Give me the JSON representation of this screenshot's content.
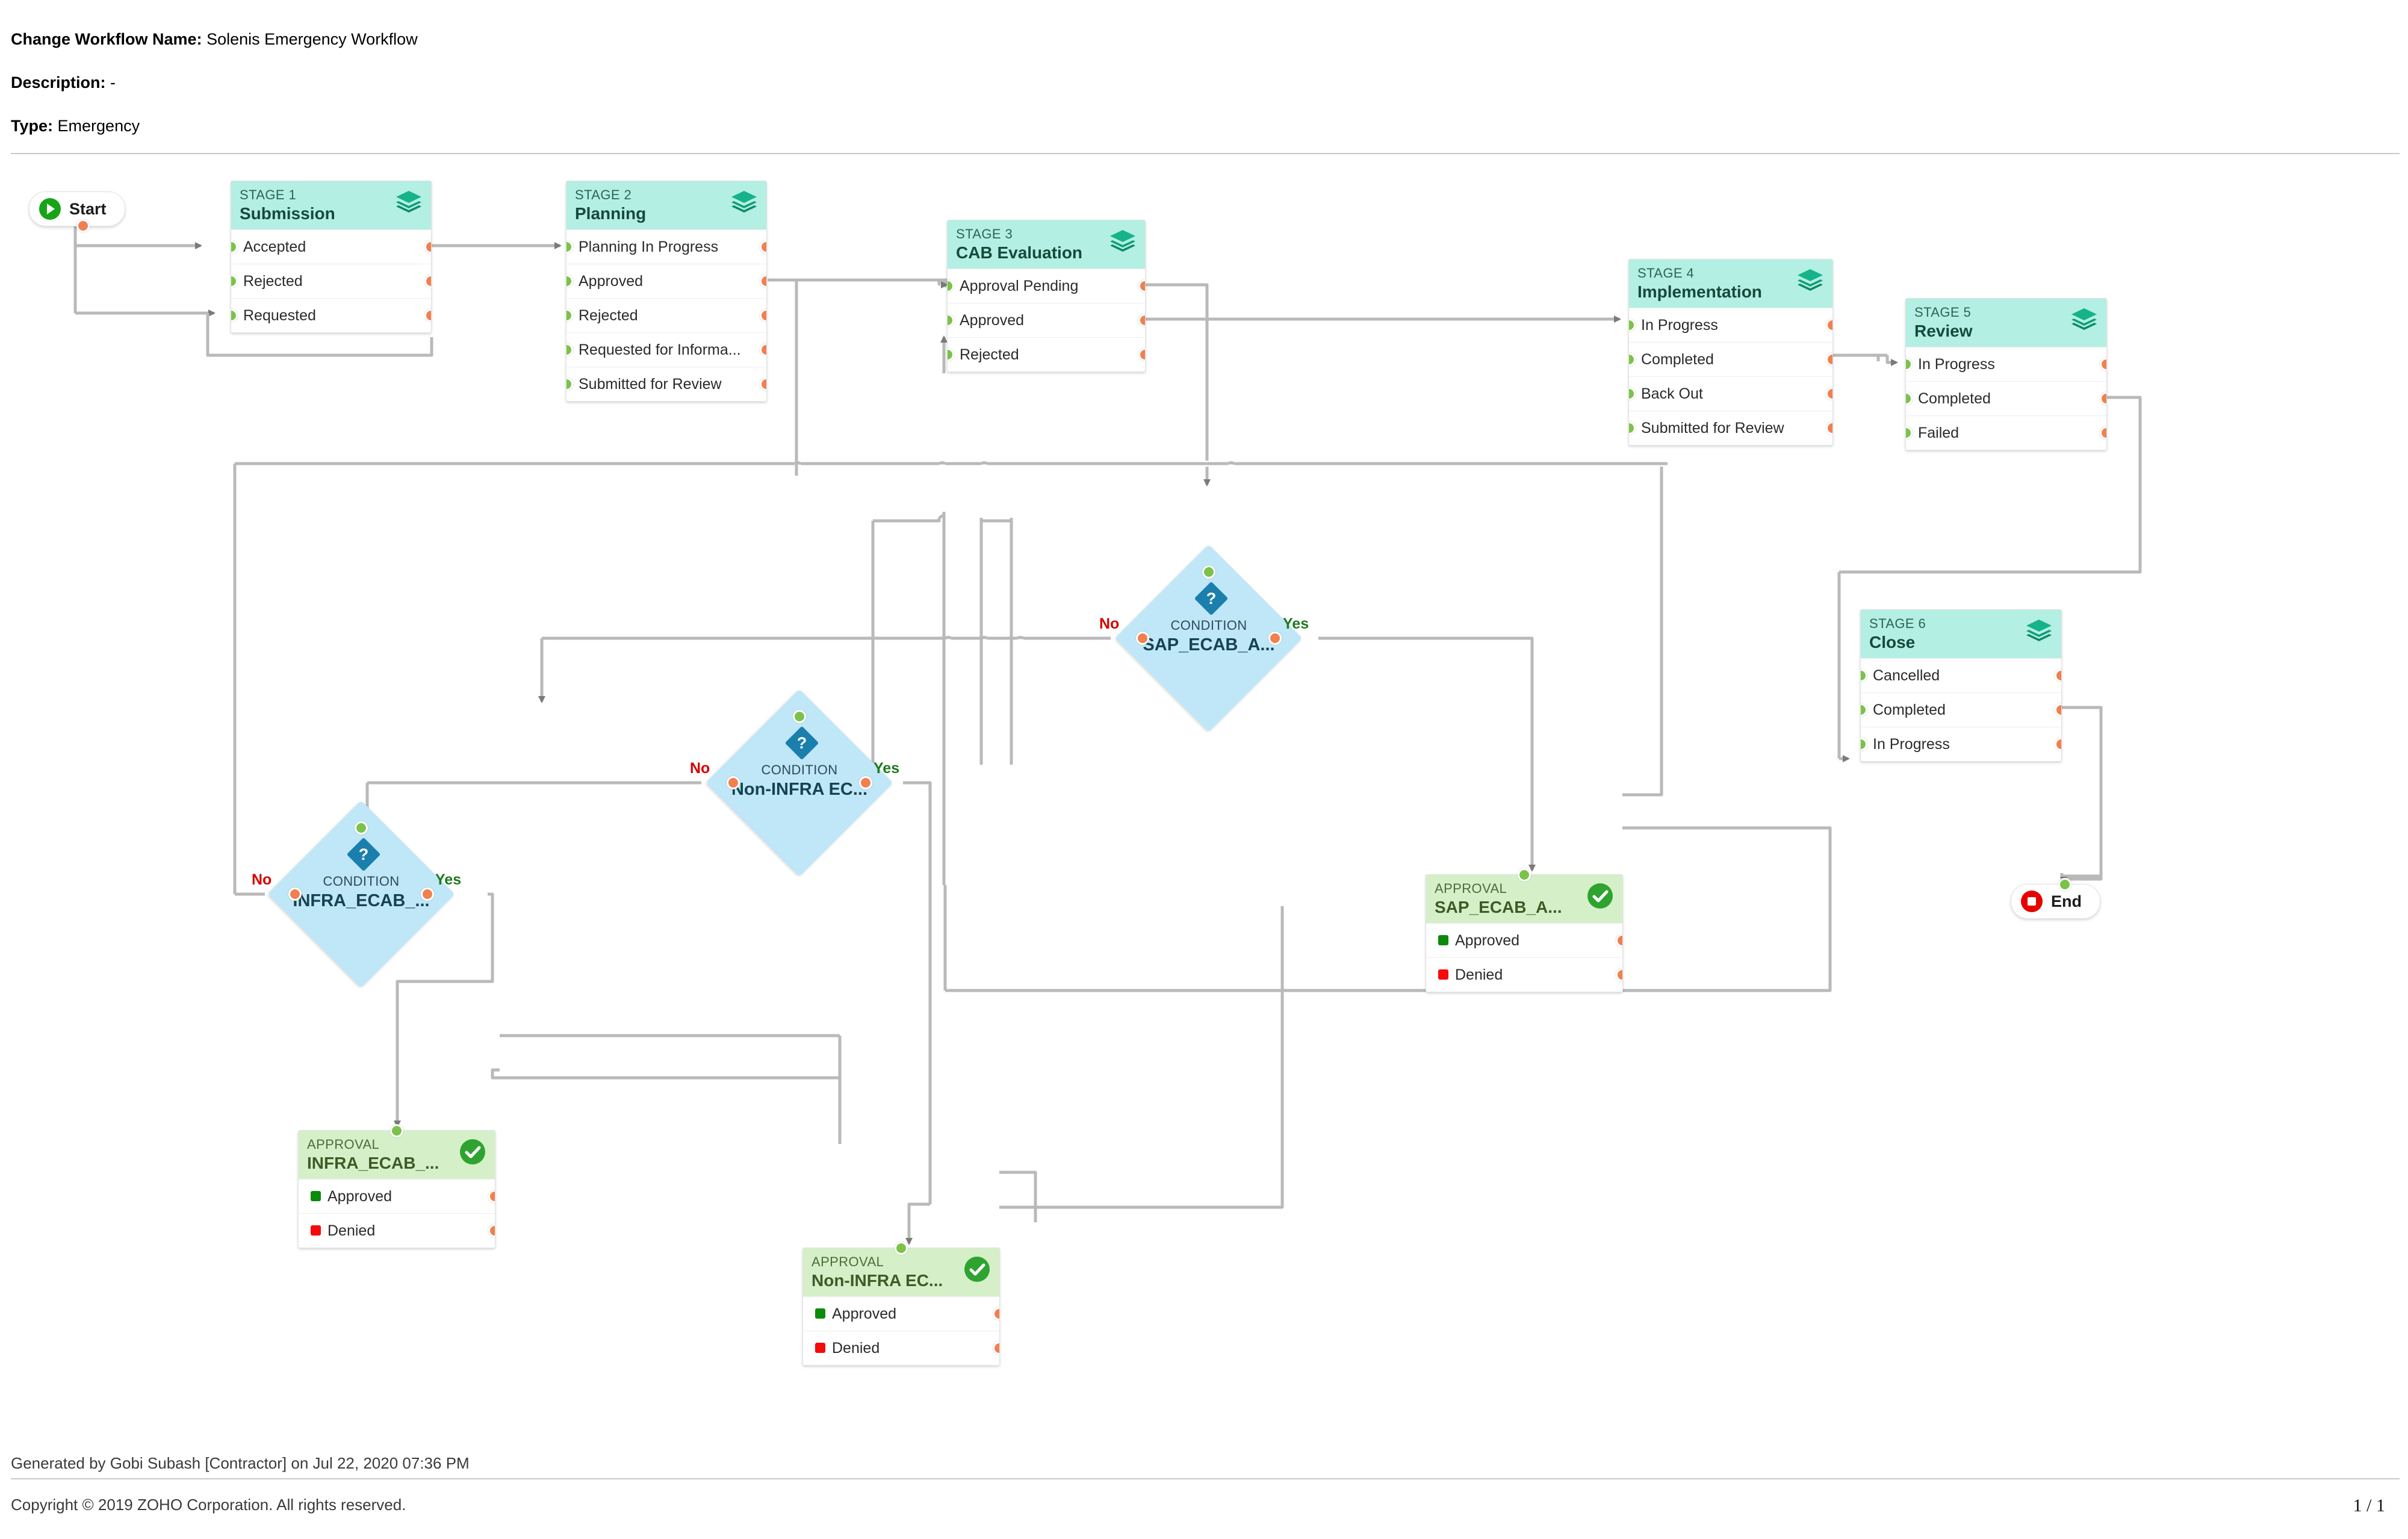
{
  "header": {
    "name_label": "Change Workflow Name:",
    "name_value": "Solenis Emergency Workflow",
    "description_label": "Description:",
    "description_value": "-",
    "type_label": "Type:",
    "type_value": "Emergency"
  },
  "footer": {
    "generated": "Generated by Gobi Subash [Contractor] on Jul 22, 2020 07:36 PM",
    "copyright": "Copyright © 2019 ZOHO Corporation. All rights reserved.",
    "page": "1 / 1"
  },
  "terminals": {
    "start": "Start",
    "end": "End"
  },
  "colors": {
    "stage_header": "#b3efe2",
    "stage_title": "#16493c",
    "approval_header": "#d5f0c8",
    "approval_title": "#3c5c26",
    "condition_fill": "#bfe7f8",
    "condition_title": "#17424f",
    "port_in": "#7cc24a",
    "port_out": "#f08050",
    "wire": "#b9b9b9",
    "yes": "#1e7a1e",
    "no": "#d40000",
    "approved_swatch": "#0b8a0b",
    "denied_swatch": "#f50b0b"
  },
  "labels": {
    "stage_kicker_1": "STAGE 1",
    "stage_kicker_2": "STAGE 2",
    "stage_kicker_3": "STAGE 3",
    "stage_kicker_4": "STAGE 4",
    "stage_kicker_5": "STAGE 5",
    "stage_kicker_6": "STAGE 6",
    "condition_kicker": "CONDITION",
    "approval_kicker": "APPROVAL",
    "yes": "Yes",
    "no": "No",
    "question": "?"
  },
  "stages": [
    {
      "kicker": "STAGE 1",
      "title": "Submission",
      "rows": [
        "Accepted",
        "Rejected",
        "Requested"
      ]
    },
    {
      "kicker": "STAGE 2",
      "title": "Planning",
      "rows": [
        "Planning In Progress",
        "Approved",
        "Rejected",
        "Requested for Informa...",
        "Submitted for Review"
      ]
    },
    {
      "kicker": "STAGE 3",
      "title": "CAB Evaluation",
      "rows": [
        "Approval Pending",
        "Approved",
        "Rejected"
      ]
    },
    {
      "kicker": "STAGE 4",
      "title": "Implementation",
      "rows": [
        "In Progress",
        "Completed",
        "Back Out",
        "Submitted for Review"
      ]
    },
    {
      "kicker": "STAGE 5",
      "title": "Review",
      "rows": [
        "In Progress",
        "Completed",
        "Failed"
      ]
    },
    {
      "kicker": "STAGE 6",
      "title": "Close",
      "rows": [
        "Cancelled",
        "Completed",
        "In Progress"
      ]
    }
  ],
  "conditions": [
    {
      "kicker": "CONDITION",
      "title": "SAP_ECAB_A...",
      "no": "No",
      "yes": "Yes"
    },
    {
      "kicker": "CONDITION",
      "title": "Non-INFRA EC...",
      "no": "No",
      "yes": "Yes"
    },
    {
      "kicker": "CONDITION",
      "title": "INFRA_ECAB_...",
      "no": "No",
      "yes": "Yes"
    }
  ],
  "approvals": [
    {
      "kicker": "APPROVAL",
      "title": "SAP_ECAB_A...",
      "rows": [
        "Approved",
        "Denied"
      ]
    },
    {
      "kicker": "APPROVAL",
      "title": "INFRA_ECAB_...",
      "rows": [
        "Approved",
        "Denied"
      ]
    },
    {
      "kicker": "APPROVAL",
      "title": "Non-INFRA EC...",
      "rows": [
        "Approved",
        "Denied"
      ]
    }
  ]
}
